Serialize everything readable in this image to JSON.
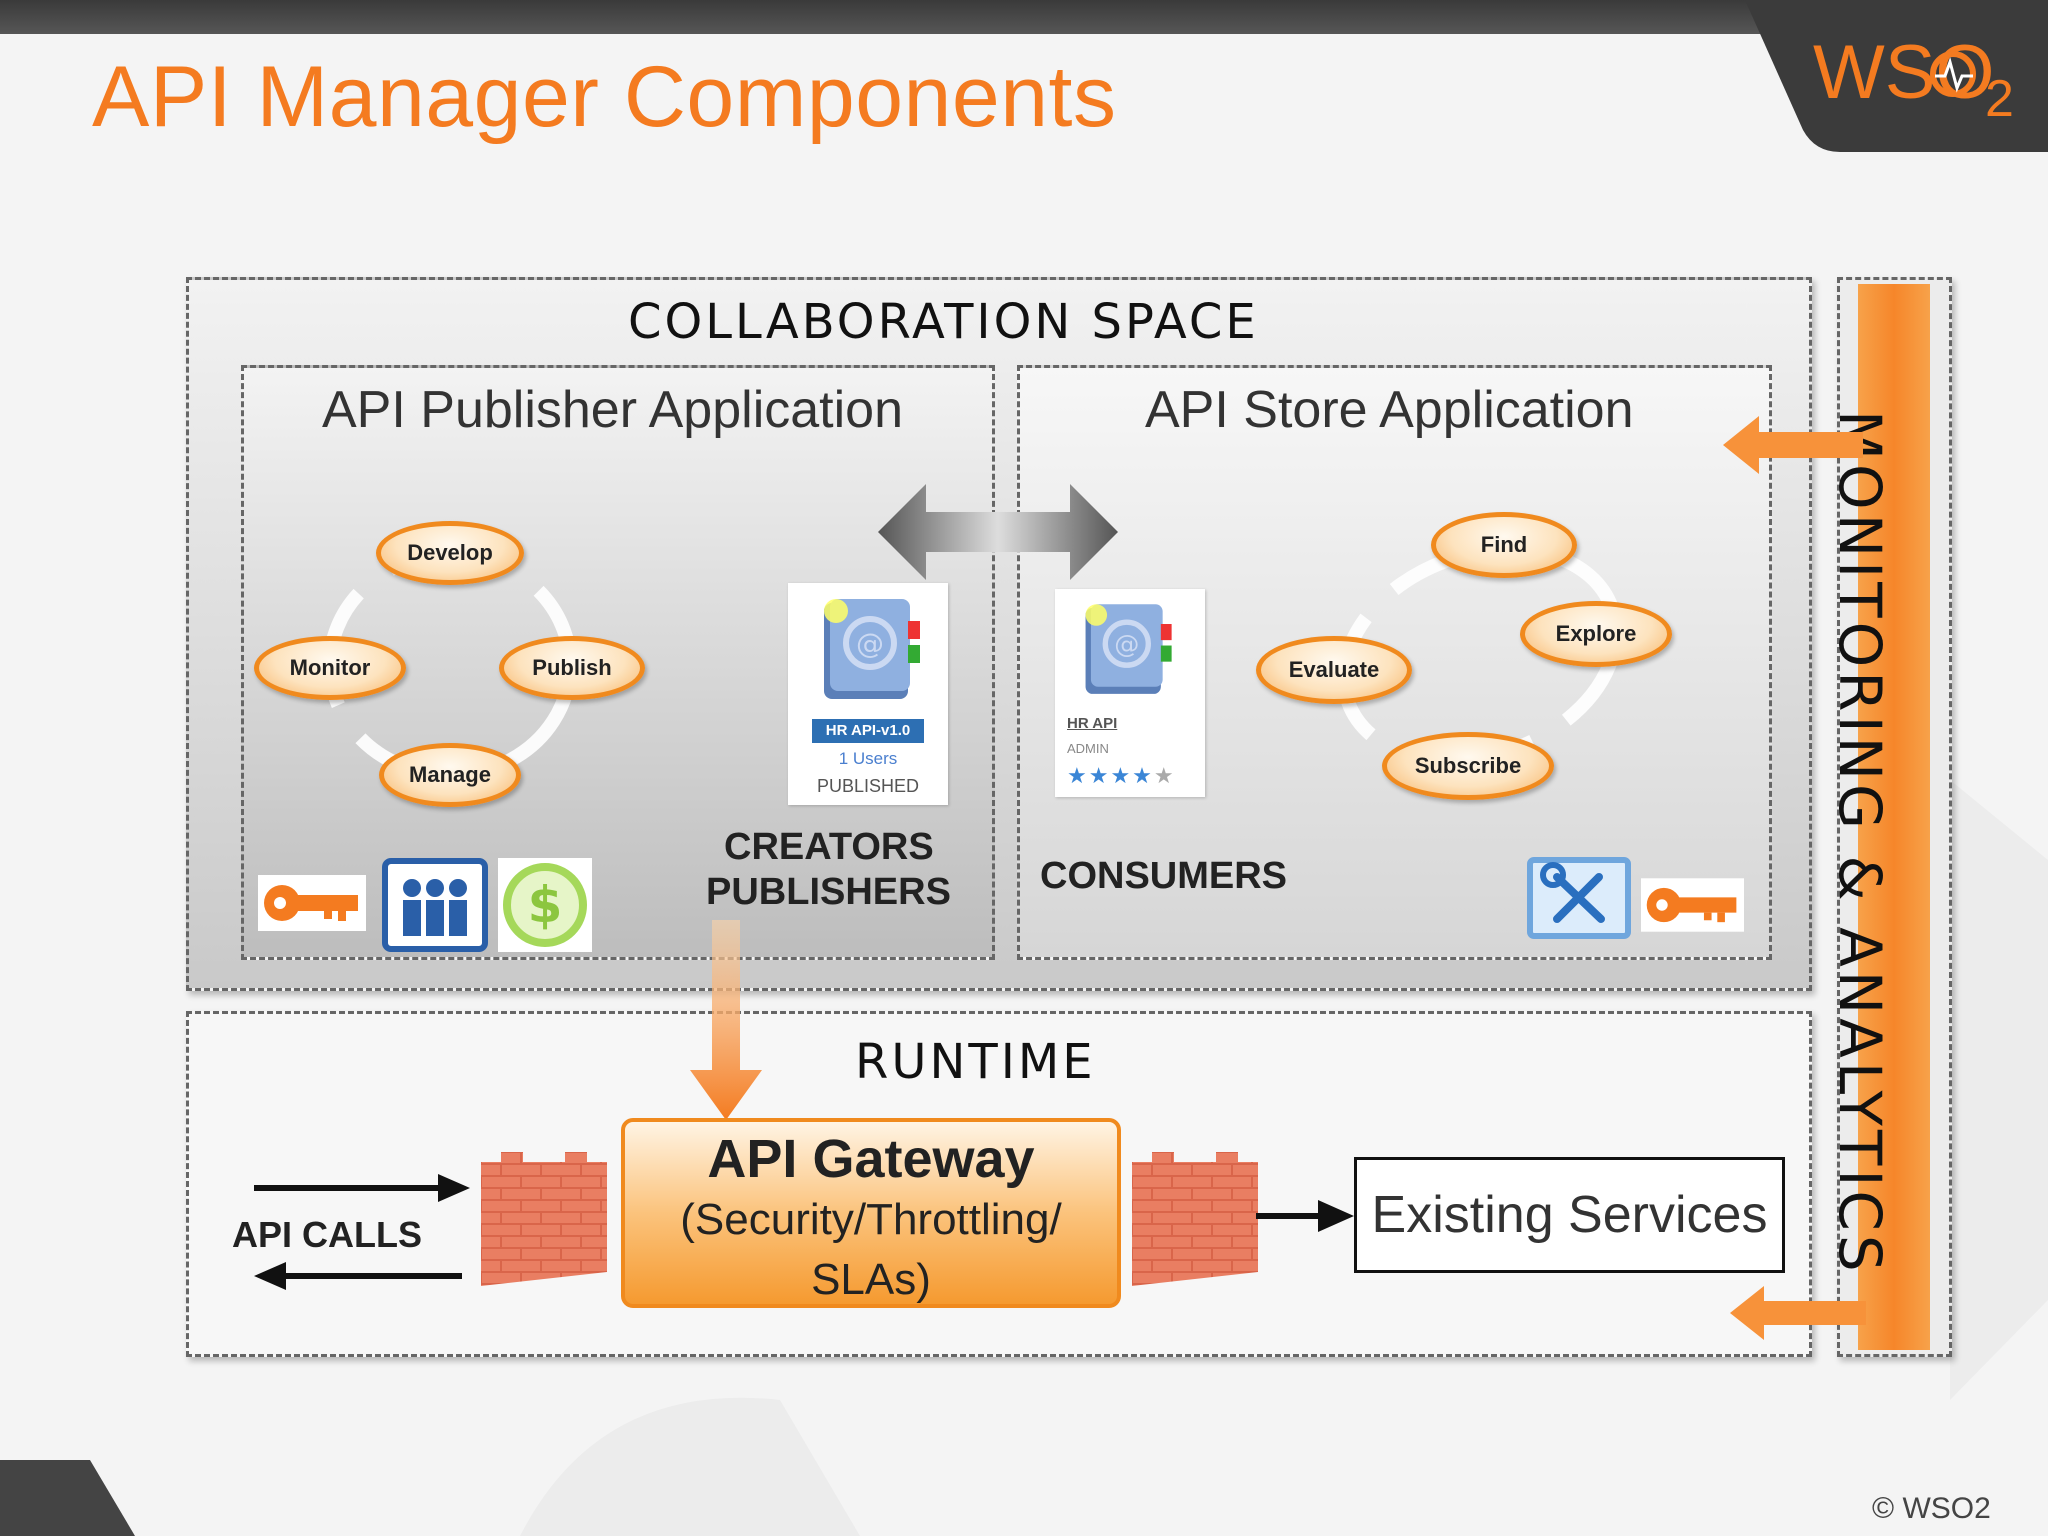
{
  "slide": {
    "title": "API Manager Components",
    "copyright": "© WSO2"
  },
  "logo": {
    "text": "WSO",
    "subscript": "2"
  },
  "collaboration": {
    "title": "COLLABORATION SPACE"
  },
  "publisher": {
    "title": "API Publisher Application",
    "cycle": [
      "Develop",
      "Publish",
      "Manage",
      "Monitor"
    ],
    "role_line1": "CREATORS",
    "role_line2": "PUBLISHERS",
    "card": {
      "badge": "HR API-v1.0",
      "users": "1 Users",
      "status": "PUBLISHED"
    }
  },
  "store": {
    "title": "API Store Application",
    "cycle": [
      "Find",
      "Explore",
      "Subscribe",
      "Evaluate"
    ],
    "role": "CONSUMERS",
    "card": {
      "name": "HR API",
      "owner": "ADMIN",
      "rating": 4,
      "rating_max": 5
    }
  },
  "runtime": {
    "title": "RUNTIME",
    "api_calls": "API CALLS",
    "gateway_title": "API Gateway",
    "gateway_sub1": "(Security/Throttling/",
    "gateway_sub2": "SLAs)",
    "existing_services": "Existing Services"
  },
  "monitoring": {
    "title": "MONITORING & ANALYTICS"
  },
  "colors": {
    "accent": "#f47b20",
    "oval_border": "#f08a1e",
    "dark": "#3a3a3a"
  },
  "icons": [
    "key-icon",
    "users-icon",
    "dollar-icon",
    "tools-icon",
    "address-book-icon",
    "firewall-icon"
  ]
}
